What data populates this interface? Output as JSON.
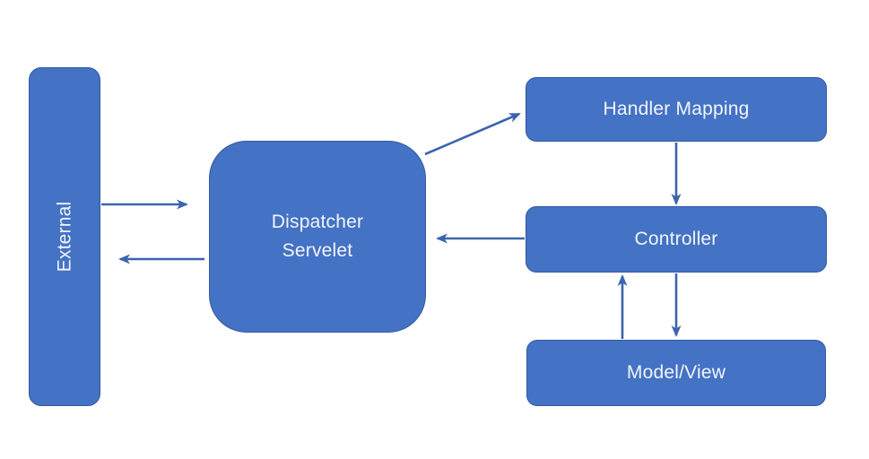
{
  "diagram": {
    "type": "flow-diagram",
    "nodes": {
      "external": {
        "label": "External"
      },
      "dispatcher_servlet": {
        "line1": "Dispatcher",
        "line2": "Servelet"
      },
      "handler_mapping": {
        "label": "Handler Mapping"
      },
      "controller": {
        "label": "Controller"
      },
      "model_view": {
        "label": "Model/View"
      }
    },
    "edges": [
      {
        "from": "external",
        "to": "dispatcher_servlet"
      },
      {
        "from": "dispatcher_servlet",
        "to": "external"
      },
      {
        "from": "dispatcher_servlet",
        "to": "handler_mapping"
      },
      {
        "from": "handler_mapping",
        "to": "controller"
      },
      {
        "from": "controller",
        "to": "dispatcher_servlet"
      },
      {
        "from": "controller",
        "to": "model_view"
      },
      {
        "from": "model_view",
        "to": "controller"
      }
    ],
    "colors": {
      "node_fill": "#4472C4",
      "node_border": "#35599E",
      "arrow": "#3C64AE",
      "node_text": "#F2F5FA",
      "background": "#FFFFFF"
    }
  }
}
